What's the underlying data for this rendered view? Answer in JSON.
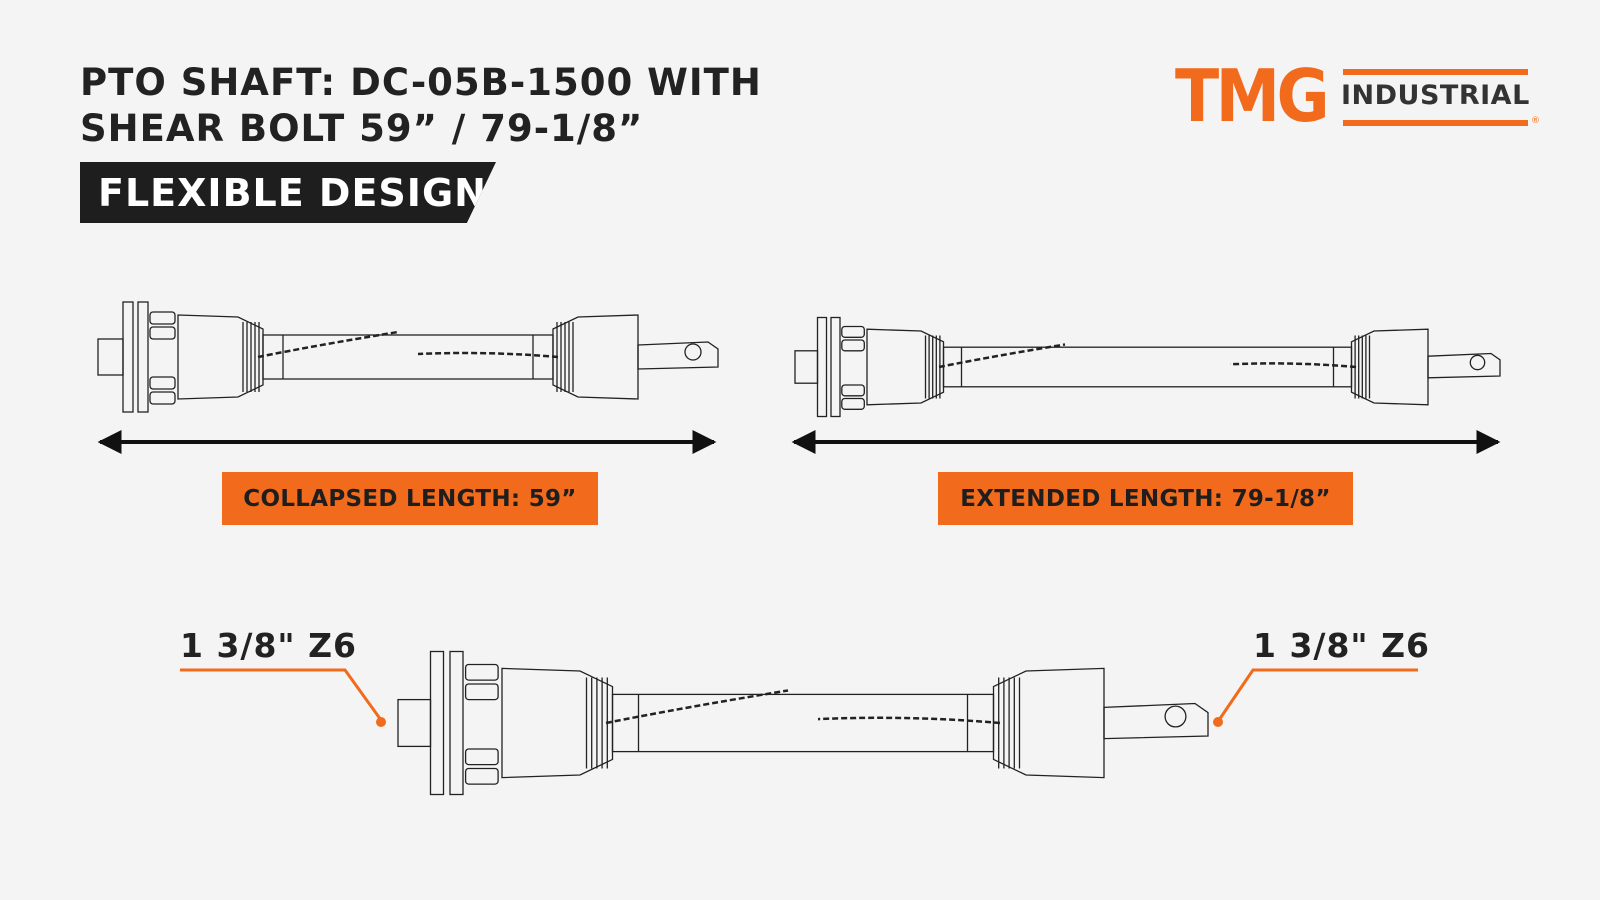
{
  "title": {
    "line1": "PTO SHAFT: DC-05B-1500 WITH",
    "line2": "SHEAR BOLT 59” / 79-1/8”"
  },
  "banner": "FLEXIBLE DESIGN",
  "logo": {
    "brand": "TMG",
    "sub": "INDUSTRIAL",
    "reg": "®"
  },
  "collapsed_label": "COLLAPSED LENGTH: 59”",
  "extended_label": "EXTENDED LENGTH: 79-1/8”",
  "left_spline": "1 3/8\" Z6",
  "right_spline": "1 3/8\" Z6",
  "colors": {
    "accent": "#f26a1b",
    "dark": "#1e1e1e",
    "background": "#f4f4f4"
  }
}
